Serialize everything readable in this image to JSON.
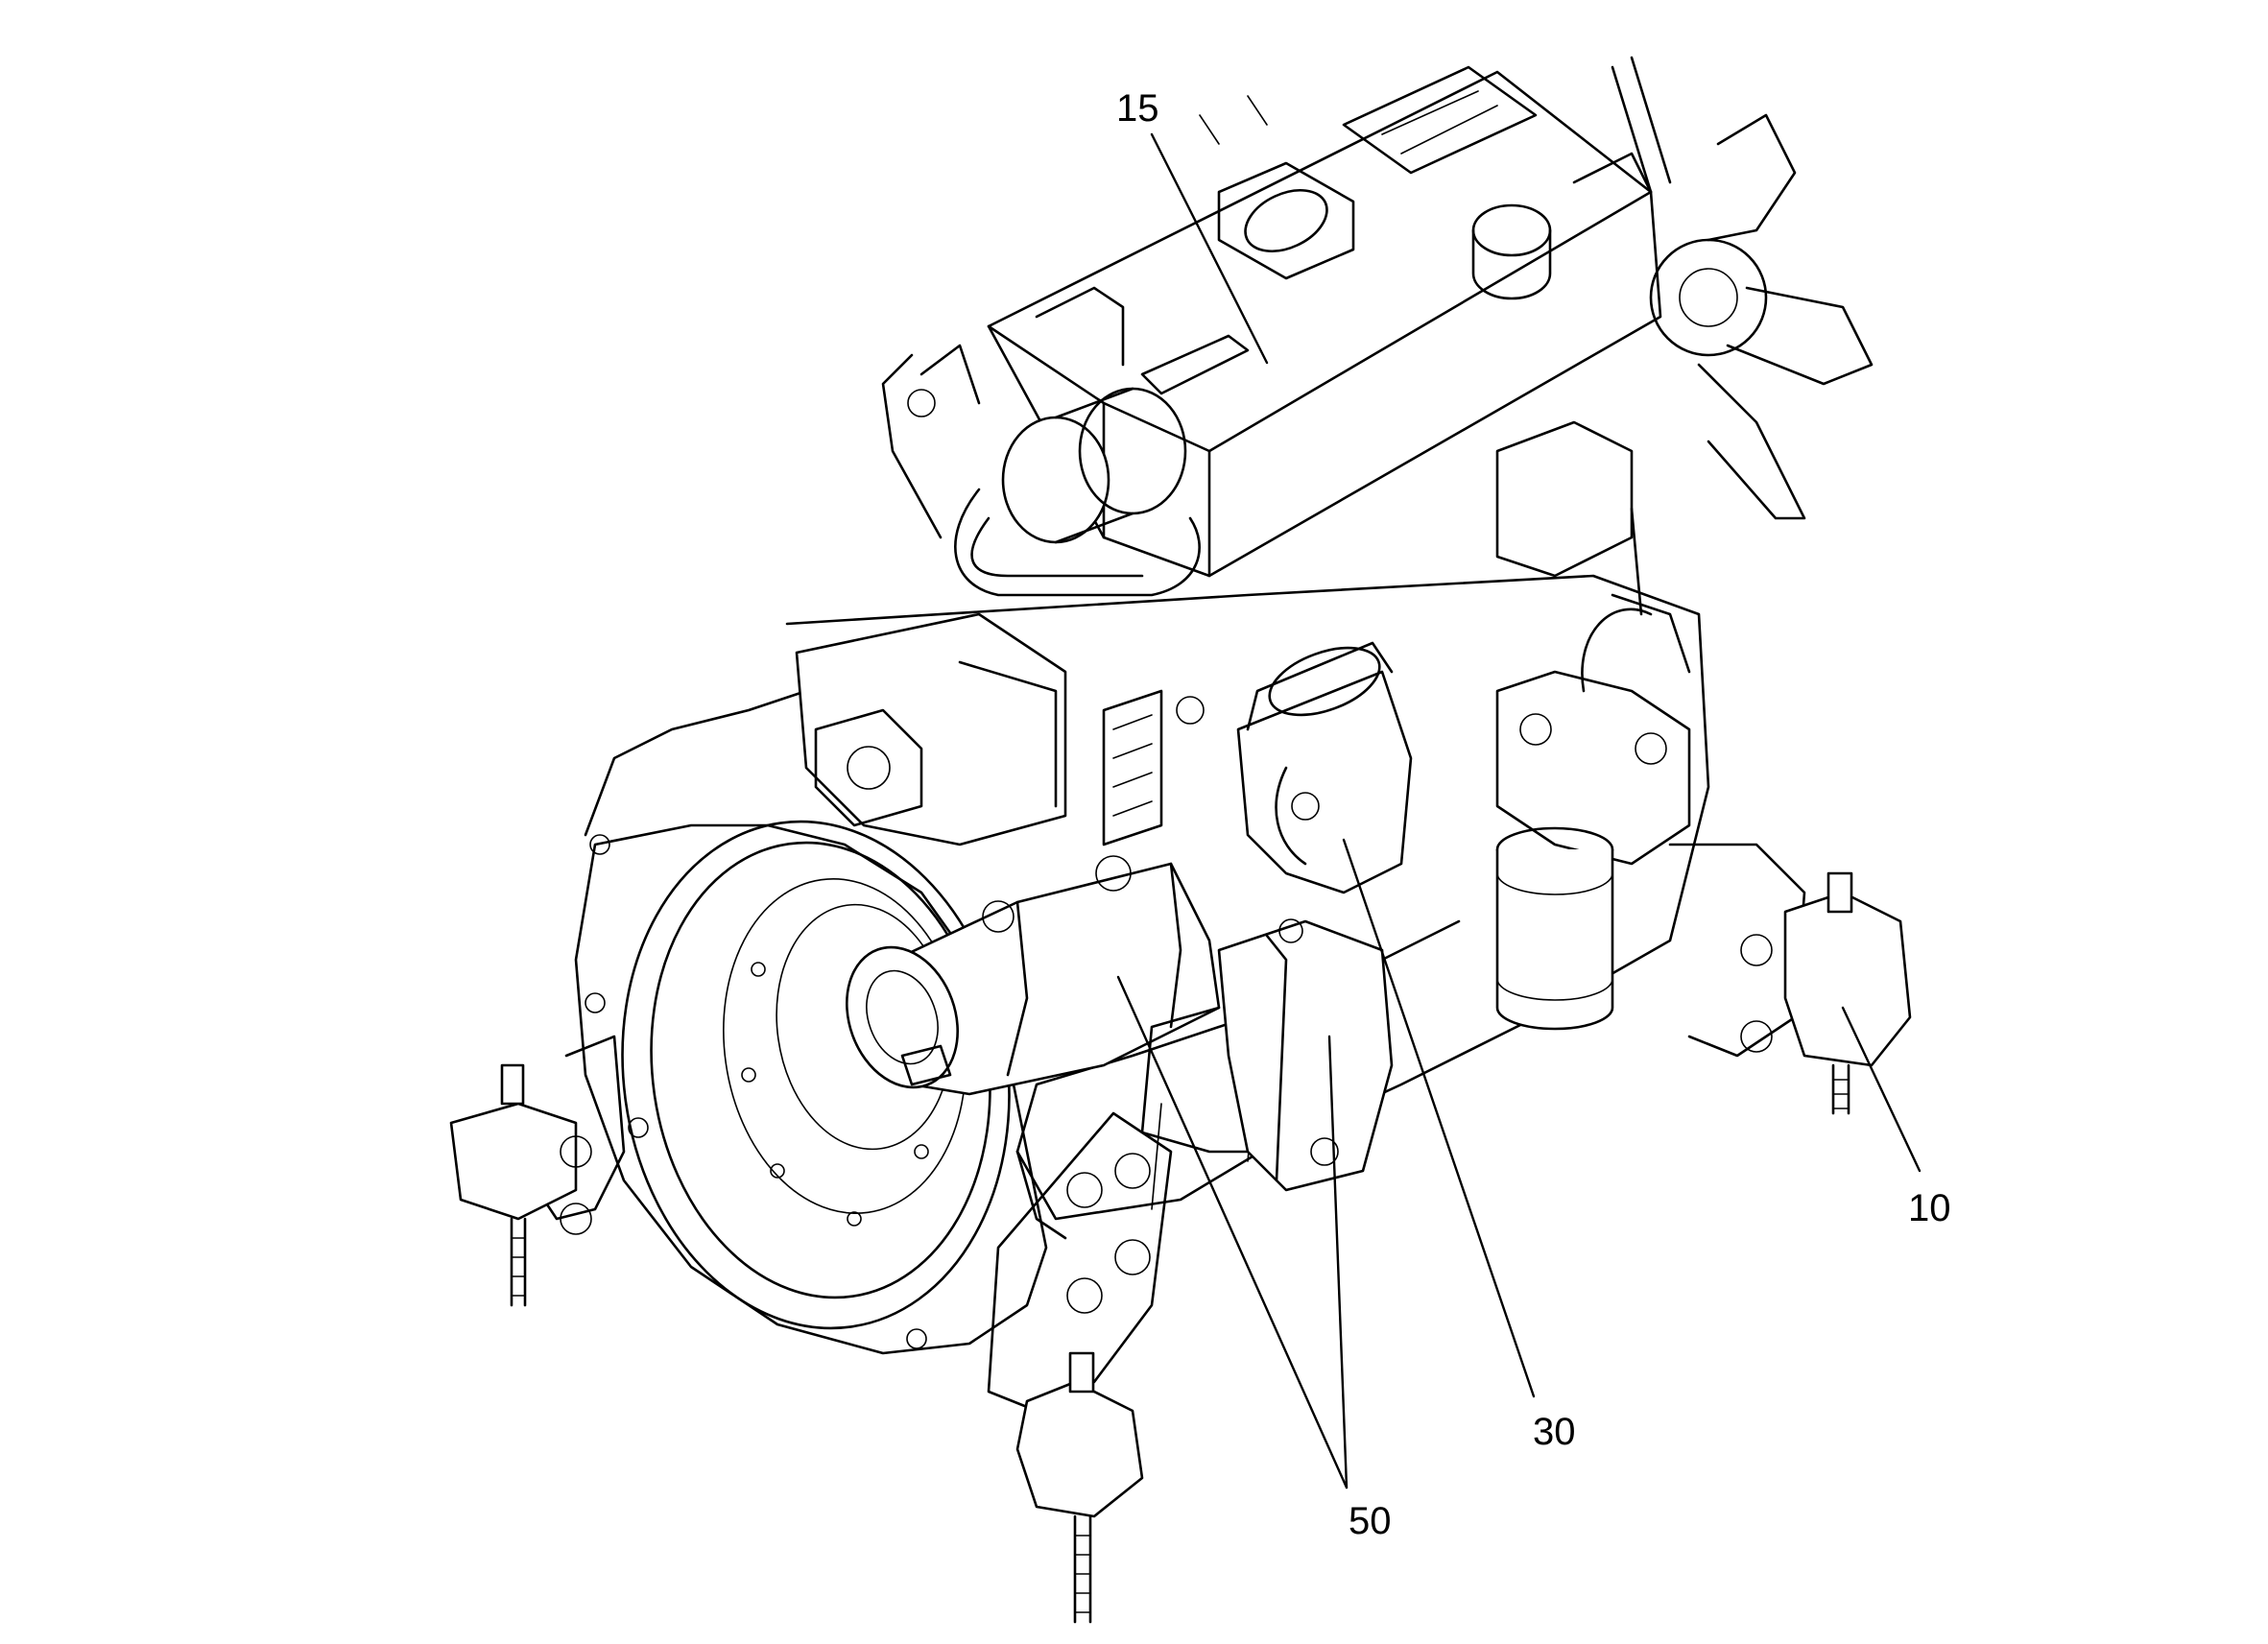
{
  "callouts": {
    "c15": "15",
    "c10": "10",
    "c30": "30",
    "c50": "50"
  }
}
